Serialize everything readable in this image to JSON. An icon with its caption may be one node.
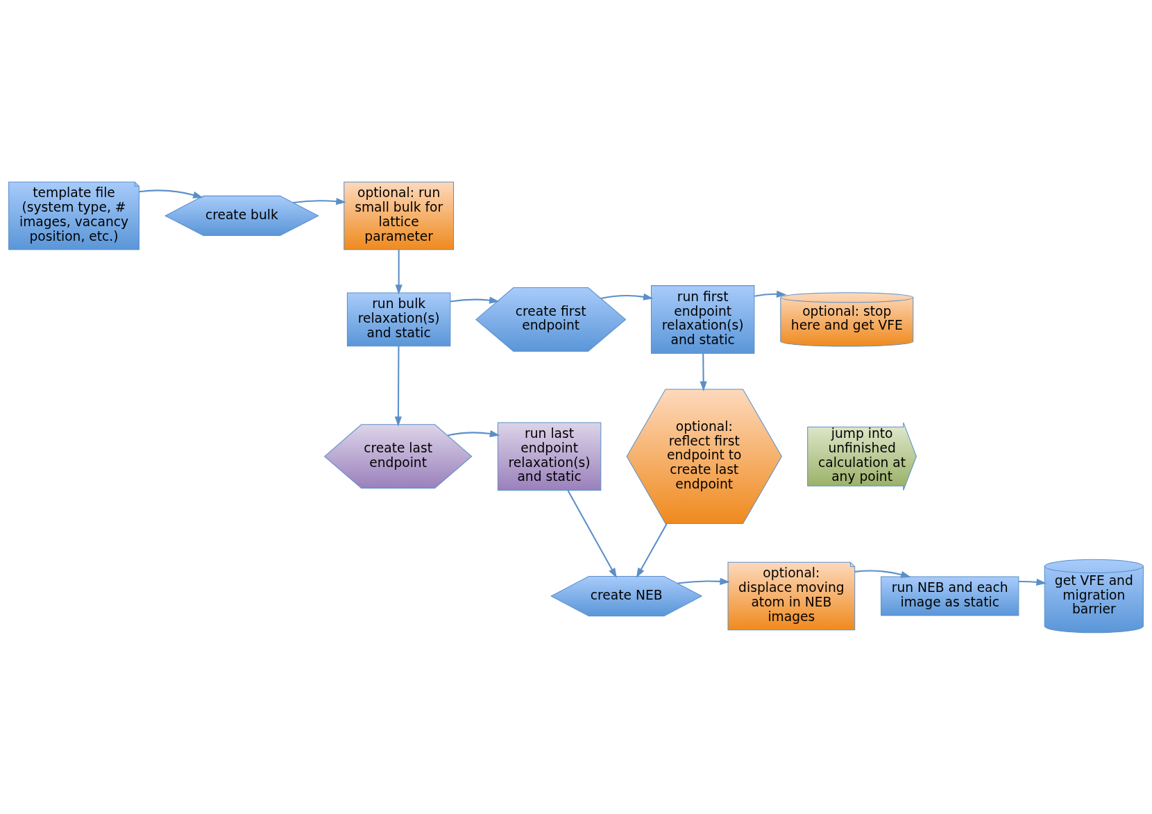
{
  "diagram": {
    "nodes": [
      {
        "text": [
          "template file (system type, # images, vacancy position, etc.)"
        ]
      },
      {
        "text": [
          "create bulk"
        ]
      },
      {
        "text": [
          "optional: run small bulk for lattice parameter"
        ]
      },
      {
        "text": [
          "optional: stop here and get VFE"
        ]
      },
      {
        "text": [
          "run bulk relaxation(s) and static"
        ]
      },
      {
        "text": [
          "create first endpoint"
        ]
      },
      {
        "text": [
          "run first endpoint relaxation(s) and static"
        ]
      },
      {
        "text": [
          "optional: reflect first endpoint to create last endpoint"
        ]
      },
      {
        "text": [
          "create last endpoint"
        ]
      },
      {
        "text": [
          "run last endpoint relaxation(s) and static"
        ]
      },
      {
        "text": [
          "jump into unfinished calculation at any point"
        ]
      },
      {
        "text": [
          "create NEB"
        ]
      },
      {
        "text": [
          "optional: displace moving atom in NEB images"
        ]
      },
      {
        "text": [
          "run NEB and each image as static"
        ]
      },
      {
        "text": [
          "get VFE and migration barrier"
        ]
      }
    ],
    "edges": [
      {
        "from": 0,
        "to": 1,
        "arrow": "to"
      },
      {
        "from": 1,
        "to": 2,
        "arrow": "to"
      },
      {
        "from": 2,
        "to": 4,
        "arrow": "to"
      },
      {
        "from": 4,
        "to": 5,
        "arrow": "to"
      },
      {
        "from": 4,
        "to": 8,
        "arrow": "to"
      },
      {
        "from": 5,
        "to": 6,
        "arrow": "to"
      },
      {
        "from": 6,
        "to": 3,
        "arrow": "to"
      },
      {
        "from": 6,
        "to": 7,
        "arrow": "to"
      },
      {
        "from": 8,
        "to": 9,
        "arrow": "to"
      },
      {
        "from": 9,
        "to": 11,
        "arrow": "to"
      },
      {
        "from": 7,
        "to": 11,
        "arrow": "to"
      },
      {
        "from": 11,
        "to": 12,
        "arrow": "to"
      },
      {
        "from": 12,
        "to": 13,
        "arrow": "to"
      },
      {
        "from": 13,
        "to": 14,
        "arrow": "to"
      }
    ]
  }
}
